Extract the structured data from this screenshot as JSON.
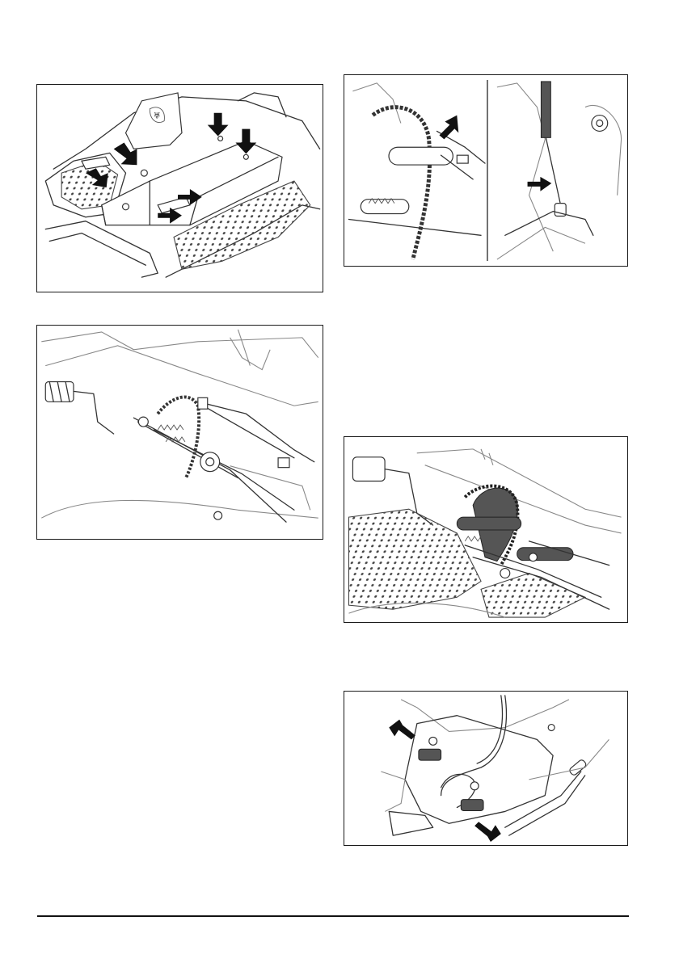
{
  "figures": [
    {
      "id": "fig-1",
      "subject": "seat-console-cover"
    },
    {
      "id": "fig-2",
      "subject": "under-seat-chain-drive"
    },
    {
      "id": "fig-3",
      "subject": "cable-detail-split"
    },
    {
      "id": "fig-4",
      "subject": "sprocket-chain-assembly"
    },
    {
      "id": "fig-5",
      "subject": "pedal-mount-screws"
    }
  ],
  "colors": {
    "line": "#333333",
    "border": "#1a1a1a",
    "arrow": "#111111",
    "rule": "#111111"
  },
  "icons": [
    "arrow-icon",
    "brand-logo-icon"
  ]
}
